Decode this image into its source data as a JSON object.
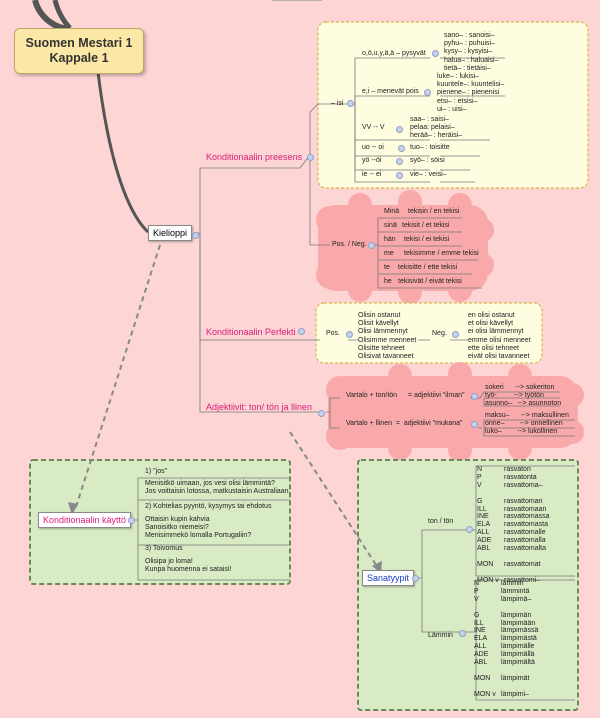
{
  "title": {
    "line1": "Suomen Mestari 1",
    "line2": "Kappale 1"
  },
  "kielioppi": "Kielioppi",
  "branches": {
    "preesens": "Konditionaalin preesens",
    "perfekti": "Konditionaalin Perfekti",
    "adjektiivit": "Adjektiivit: ton/ tön ja llinen"
  },
  "isi": {
    "root": "– isi",
    "rules": [
      {
        "label": "o,ö,u,y,ä,ä – pysyvät",
        "examples": "sano– : sanoisi–\npyhu– : puhuisi–\nkysy– : kysyisi–\nhalua– : haluaisi–\ntietä– : tietäisi–"
      },
      {
        "label": "e,i – menevät pois",
        "examples": "luke– : lukisi–\nkuuntele–: kuuntelisi–\npienene– : pienenisi\netsi– : etsisi–\nui– : uisi–"
      },
      {
        "label": "VV -- V",
        "examples": "saa– : saisi–\npelaa: pelaisi–\nherää– : heräisi–"
      },
      {
        "label": "uo -- oi",
        "examples": "tuo– : toisitte"
      },
      {
        "label": "yö --öi",
        "examples": "syö– : söisi"
      },
      {
        "label": "ie -- ei",
        "examples": "vie– : veisi–"
      }
    ]
  },
  "posneg": {
    "label": "Pos. / Neg.",
    "rows": [
      {
        "p": "Minä",
        "f": "tekisin / en tekisi"
      },
      {
        "p": "sinä",
        "f": "tekisit / et tekisi"
      },
      {
        "p": "hän",
        "f": "tekisi / ei tekisi"
      },
      {
        "p": "me",
        "f": "tekisimme / emme tekisi"
      },
      {
        "p": "te",
        "f": "tekisitte / ette tekisi"
      },
      {
        "p": "he",
        "f": "tekisivät / eivät tekisi"
      }
    ]
  },
  "perfekti": {
    "pos_label": "Pos.",
    "pos_text": "Olisin ostanut\nOlisit kävellyt\nOlisi lämmennyt\nOlisimme menneet\nOlisitte tehneet\nOlisivat tavanneet",
    "neg_label": "Neg.",
    "neg_text": "en olisi ostanut\net olisi kävellyt\nei olisi lämmennyt\nemme olisi menneet\nette olisi tehneet\neivät olisi tavanneet"
  },
  "vartalo": {
    "a_label": "Vartalo + ton/tön",
    "a_eq": "= adjektiivi \"ilman\"",
    "a_ex": "sokeri      --> sokeriton\ntyö-         --> työtön\nasunno–   --> asunnoton",
    "b_label": "Vartalo + llinen  =  adjektiivi \"mukana\"",
    "b_ex": "maksu–      --> maksullinen\nonne–        --> onnellinen\nluko–        --> lukollinen"
  },
  "kaytto": {
    "title": "Konditionaalin käyttö",
    "s1": "1) \"jos\"",
    "s1_text": "Menisitkö uimaan, jos vesi olisi lämmintä?\nJos voittaisin lotossa, matkustaisin Australiaan.",
    "s2": "2) Kohtelias pyyntö, kysymys tai ehdotus",
    "s2_text": "Ottaisin kupin kahvia\nSanoisitko niemeisi?\nMenisimmekö lomalla Portugaliin?",
    "s3": "3) Toivomus",
    "s3_text": "Olisipa jo loma!\nKunpa huomenna ei sataisi!"
  },
  "sanatyypit": {
    "title": "Sanatyypit",
    "ton_label": "ton / tön",
    "ton_cases": "N\nP\nV\n\nG\nILL\nINE\nELA\nALL\nADE\nABL\n\nMON\n\nMON v",
    "ton_forms": "rasvaton\nrasvatonta\nrasvattoma–\n\nrasvattoman\nrasvattomaan\nrasvattomassa\nrasvattomasta\nrasvattomalle\nrasvattomalla\nrasvattomalta\n\nrasvattomat\n\nrasvattomi–",
    "lamm_label": "Lämmin",
    "lamm_cases": "N\nP\nV\n\nG\nILL\nINE\nELA\nALL\nADE\nABL\n\nMON\n\nMON v",
    "lamm_forms": "lämmin\nlämmintä\nlämpimä–\n\nlämpimän\nlämpimään\nlämpimässä\nlämpimästä\nlämpimälle\nlämpimällä\nlämpimältä\n\nlämpimät\n\nlämpimi–"
  }
}
